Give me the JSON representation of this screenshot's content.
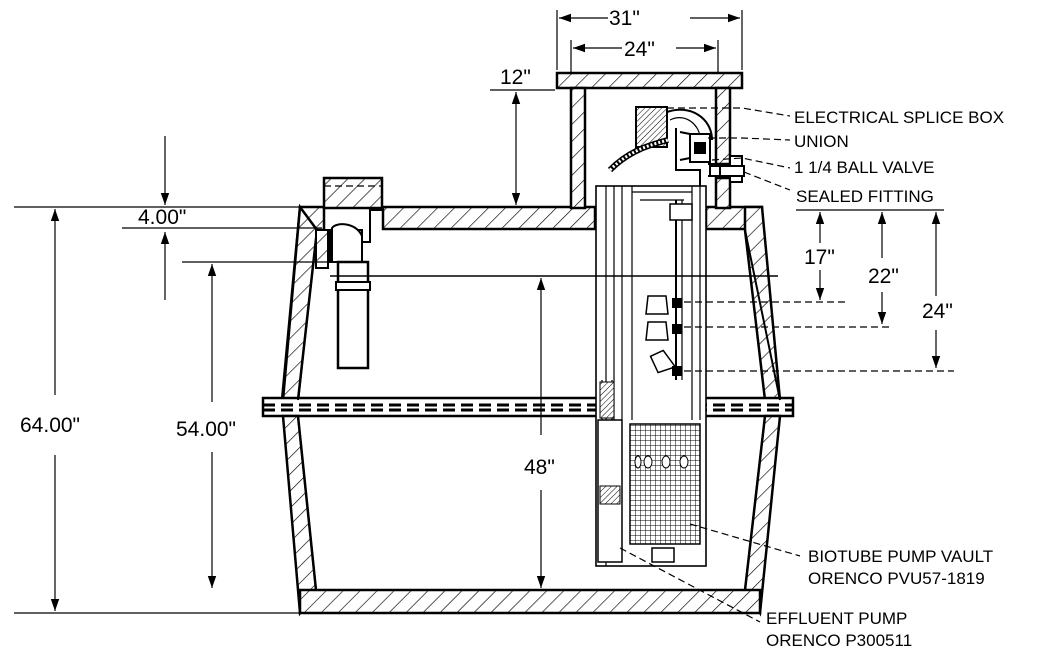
{
  "colors": {
    "ink": "#000000",
    "paper": "#ffffff"
  },
  "dimensions": {
    "riser_outer": "31\"",
    "riser_inner": "24\"",
    "riser_height": "12\"",
    "lid_gap": "4.00\"",
    "tank_height": "64.00\"",
    "liquid_depth": "54.00\"",
    "vault_height": "48\"",
    "float_17": "17\"",
    "float_22": "22\"",
    "float_24": "24\""
  },
  "callouts": {
    "splice_box": "ELECTRICAL SPLICE BOX",
    "union": "UNION",
    "ball_valve": "1 1/4 BALL VALVE",
    "sealed_fitting": "SEALED FITTING",
    "vault_line1": "BIOTUBE PUMP VAULT",
    "vault_line2": "ORENCO PVU57-1819",
    "pump_line1": "EFFLUENT PUMP",
    "pump_line2": "ORENCO P300511"
  }
}
